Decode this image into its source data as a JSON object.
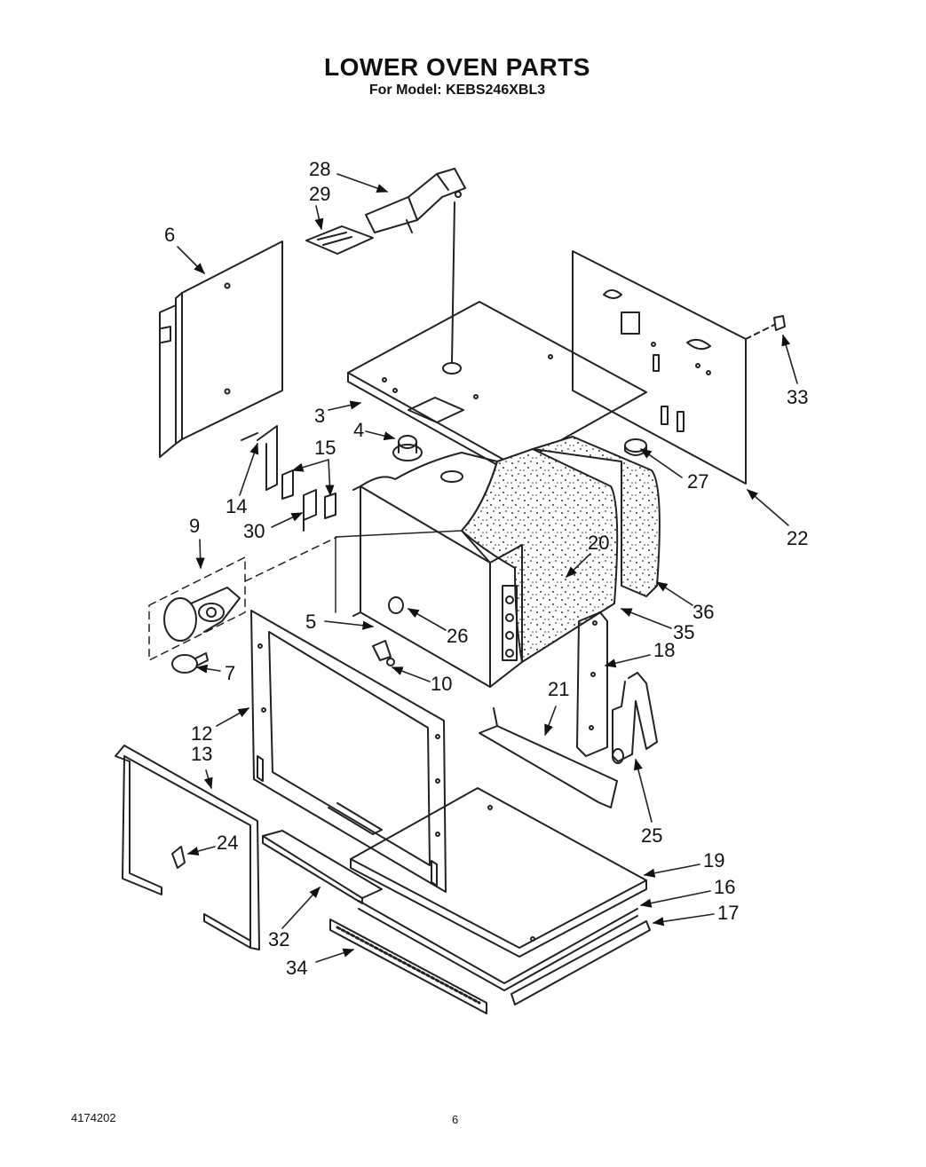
{
  "header": {
    "title": "LOWER OVEN PARTS",
    "subtitle": "For Model: KEBS246XBL3"
  },
  "footer": {
    "doc_number": "4174202",
    "page_number": "6"
  },
  "diagram": {
    "callouts": [
      "28",
      "29",
      "6",
      "33",
      "3",
      "4",
      "15",
      "27",
      "22",
      "14",
      "30",
      "9",
      "20",
      "36",
      "35",
      "5",
      "26",
      "18",
      "7",
      "10",
      "21",
      "12",
      "13",
      "25",
      "24",
      "19",
      "16",
      "17",
      "32",
      "34"
    ]
  }
}
